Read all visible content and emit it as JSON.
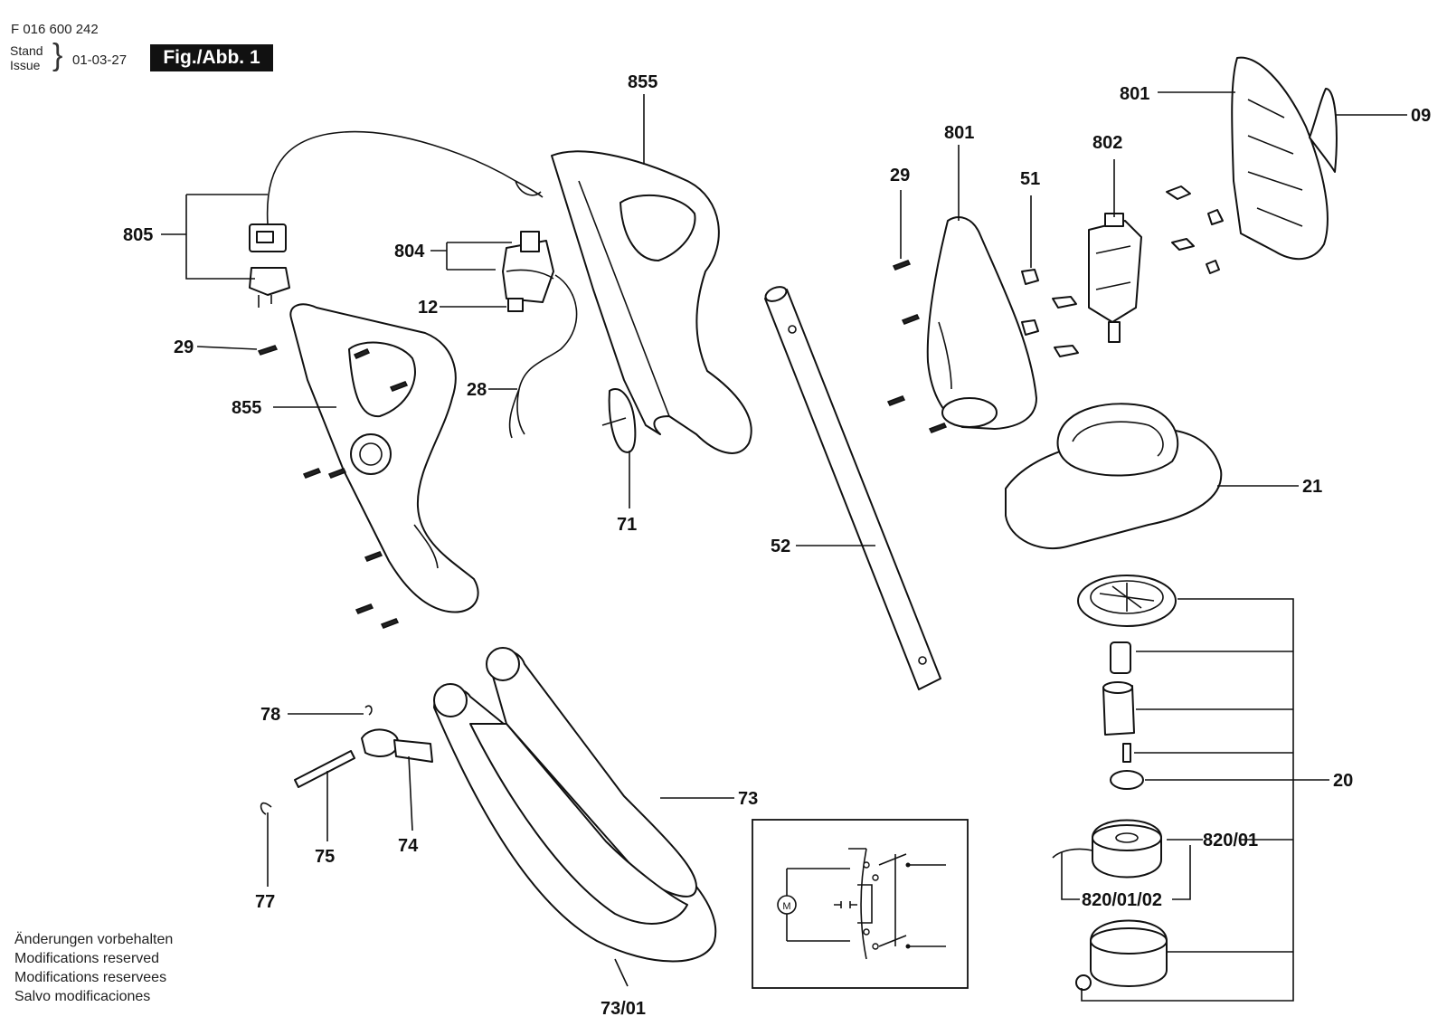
{
  "header": {
    "doc_number": "F 016 600 242",
    "stand_label": "Stand",
    "issue_label": "Issue",
    "date": "01-03-27",
    "figure_label": "Fig./Abb. 1"
  },
  "notes": [
    "Änderungen vorbehalten",
    "Modifications reserved",
    "Modifications reservees",
    "Salvo modificaciones"
  ],
  "part_labels": {
    "p805": "805",
    "p804": "804",
    "p12": "12",
    "p29a": "29",
    "p28": "28",
    "p855a": "855",
    "p855b": "855",
    "p71": "71",
    "p52": "52",
    "p801a": "801",
    "p801b": "801",
    "p29b": "29",
    "p51": "51",
    "p802": "802",
    "p09": "09",
    "p21": "21",
    "p20": "20",
    "p820_01": "820/01",
    "p820_01_02": "820/01/02",
    "p78": "78",
    "p75": "75",
    "p74": "74",
    "p77": "77",
    "p73": "73",
    "p73_01": "73/01"
  },
  "inset": {
    "motor_symbol": "M"
  }
}
